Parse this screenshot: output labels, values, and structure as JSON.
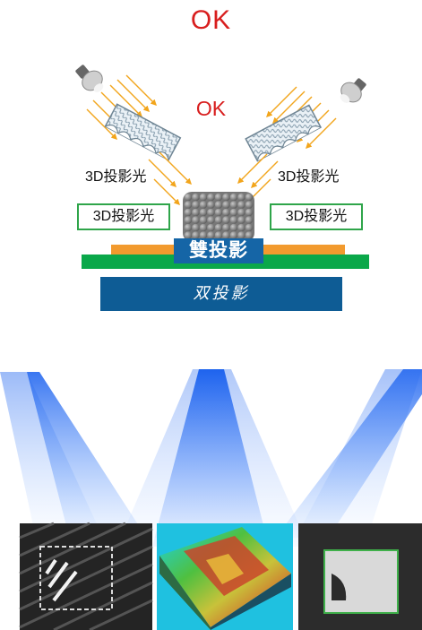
{
  "header": {
    "ok_top": "OK"
  },
  "diagram": {
    "ok_mid": "OK",
    "left_label": "3D投影光",
    "right_label": "3D投影光",
    "left_boxed_label": "3D投影光",
    "right_boxed_label": "3D投影光",
    "dual_projection_label": "雙投影",
    "base_label": "双投影"
  },
  "colors": {
    "ok_red": "#d81e1e",
    "ray_orange": "#f2a51c",
    "pcb_green": "#0aa84a",
    "orange_strip": "#f29a2e",
    "blue_block": "#1565a6",
    "base_blue": "#0e5c95",
    "beam_blue": "#2f6ff0"
  },
  "images": [
    {
      "name": "stripe-projection-image"
    },
    {
      "name": "3d-height-map-image"
    },
    {
      "name": "inspection-result-image"
    }
  ]
}
